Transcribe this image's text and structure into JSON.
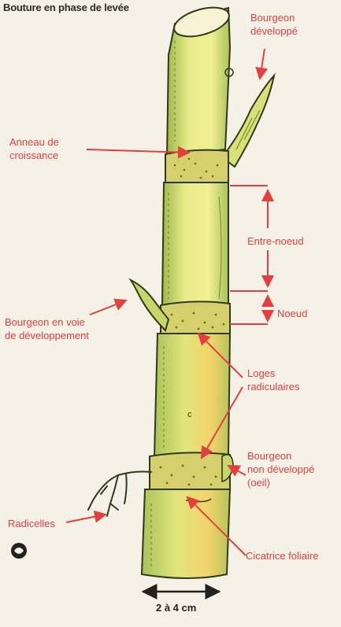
{
  "title": "Bouture en phase de levée",
  "labels": {
    "bourgeon_developpe": "Bourgeon\ndéveloppé",
    "anneau": "Anneau de\ncroissance",
    "entre_noeud": "Entre-noeud",
    "noeud": "Noeud",
    "bourgeon_voie": "Bourgeon en voie\nde développement",
    "loges": "Loges\nradiculaires",
    "bourgeon_non": "Bourgeon\nnon développé\n(oeil)",
    "radicelles": "Radicelles",
    "cicatrice": "Cicatrice foliaire"
  },
  "scale_label": "2 à 4 cm",
  "colors": {
    "label_red": "#e2403e",
    "stem_yellow": "#f0ee8a",
    "stem_green": "#a9c25a",
    "ring": "#d9d27a",
    "outline": "#2e3a1a",
    "background": "#f6f1e6"
  },
  "icon": "cirad-logo-icon"
}
